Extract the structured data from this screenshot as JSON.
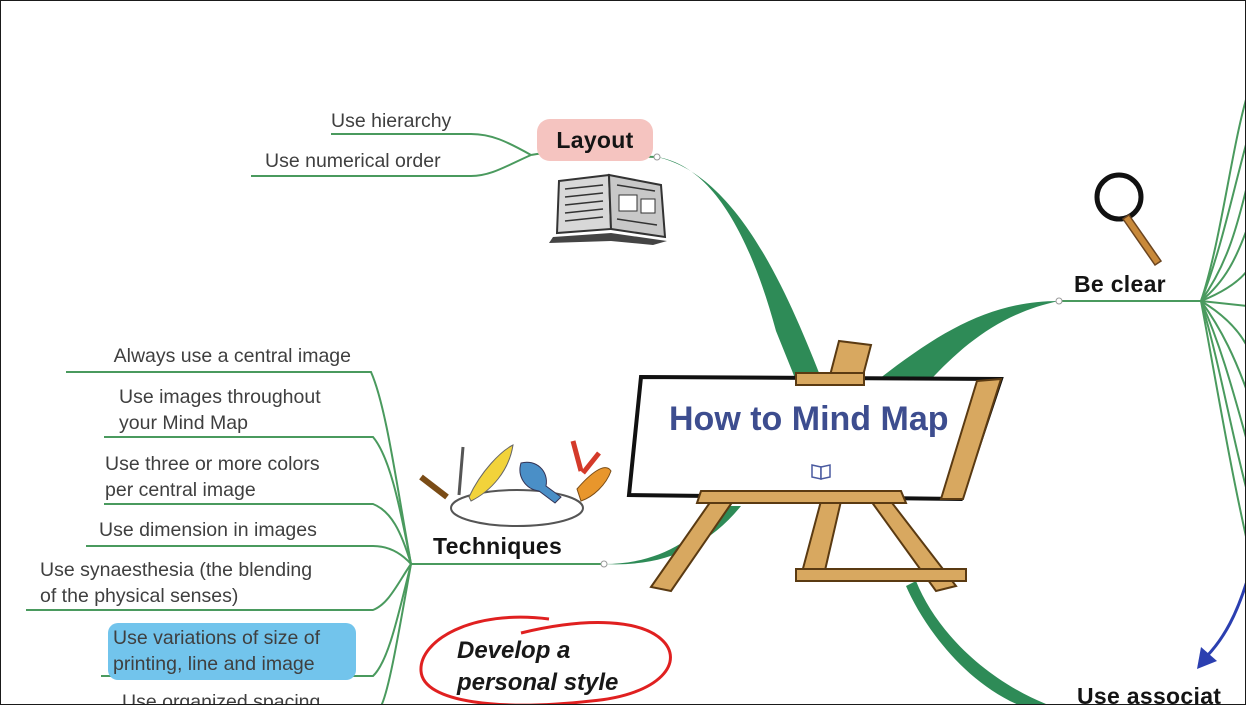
{
  "central_topic": {
    "title": "How to Mind Map",
    "book_icon": "book-icon"
  },
  "branches": {
    "layout": {
      "title": "Layout",
      "items": [
        "Use hierarchy",
        "Use numerical order"
      ],
      "image": "newspaper-icon"
    },
    "techniques": {
      "title": "Techniques",
      "image": "tools-icon",
      "items": [
        [
          "Always use a central image"
        ],
        [
          "Use images throughout",
          "your Mind Map"
        ],
        [
          "Use three or more colors",
          "per central image"
        ],
        [
          "Use dimension in images"
        ],
        [
          "Use synaesthesia (the blending",
          "of the physical senses)"
        ],
        [
          "Use variations of size of",
          "printing, line and image"
        ],
        [
          "Use organized spacing"
        ]
      ]
    },
    "be_clear": {
      "title": "Be clear",
      "image": "magnifier-icon"
    },
    "use_association": {
      "title": "Use associat",
      "image": "arrow-icon"
    }
  },
  "note": {
    "lines": [
      "Develop a",
      "personal style"
    ]
  },
  "colors": {
    "branch_green": "#2e8b57",
    "twig_green": "#4a9a5e",
    "layout_highlight": "#f5c4c0",
    "item_highlight": "#72c4ec",
    "central_text": "#3d4d8f",
    "note_circle": "#e02020",
    "association_arrow": "#2b3fb0"
  }
}
